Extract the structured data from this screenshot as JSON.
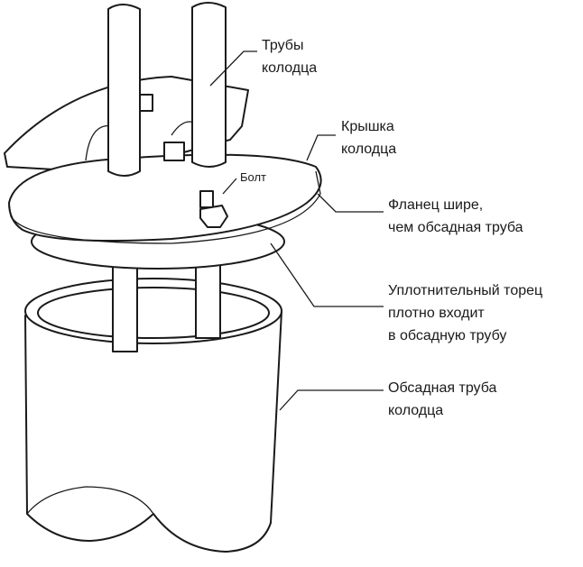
{
  "labels": {
    "pipes": [
      "Трубы",
      "колодца"
    ],
    "cap": [
      "Крышка",
      "колодца"
    ],
    "bolt": "Болт",
    "flange": [
      "Фланец шире,",
      "чем обсадная труба"
    ],
    "seal": [
      "Уплотнительный торец",
      "плотно входит",
      "в обсадную трубу"
    ],
    "casing": [
      "Обсадная труба",
      "колодца"
    ]
  }
}
